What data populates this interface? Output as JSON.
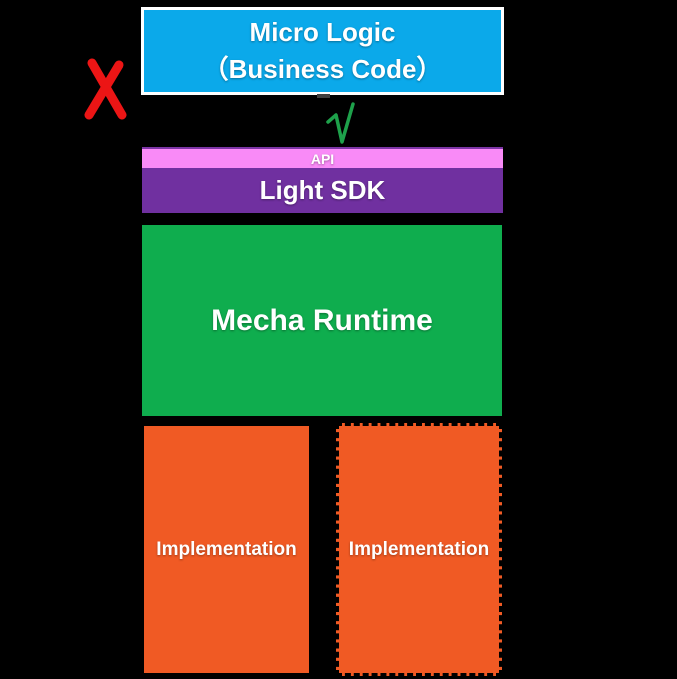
{
  "colors": {
    "background": "#000000",
    "blue": "#0BA9EA",
    "pink": "#F98AF7",
    "pink_border": "#7C35A6",
    "purple": "#7030A0",
    "green": "#0FAD4E",
    "orange": "#F05A24",
    "red": "#EC1515",
    "check_green": "#1EA14B",
    "text": "#FFFFFF"
  },
  "diagram": {
    "micro_logic_line1": "Micro Logic",
    "micro_logic_line2": "（Business Code）",
    "api_label": "API",
    "light_sdk_label": "Light SDK",
    "mecha_runtime_label": "Mecha Runtime",
    "implementation_left_label": "Implementation",
    "implementation_right_label": "Implementation"
  },
  "icons": {
    "rejected_mark": "x-mark",
    "approved_mark": "check-mark"
  }
}
